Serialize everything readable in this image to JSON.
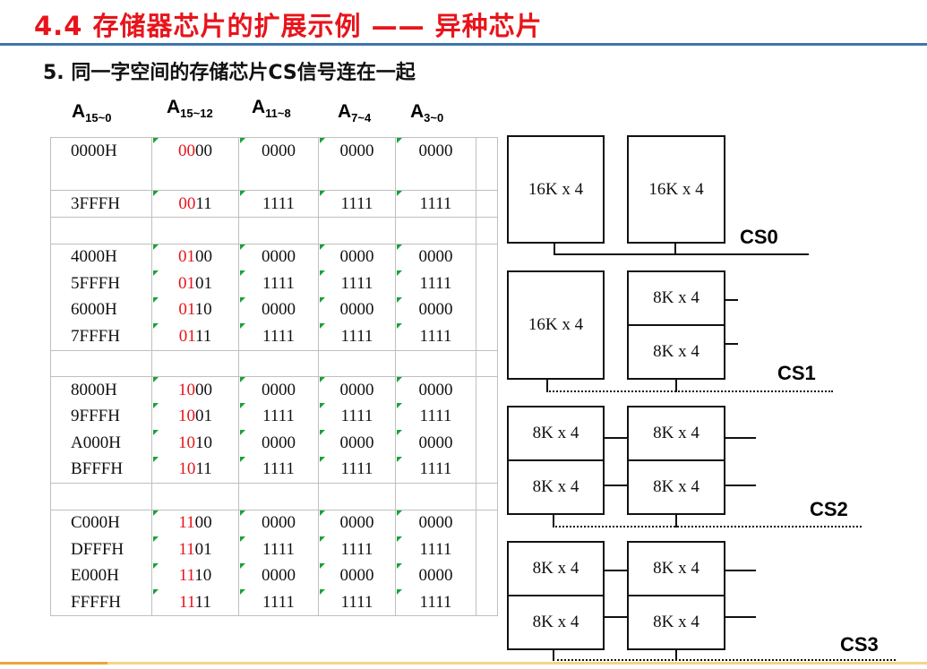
{
  "title": "4.4 存储器芯片的扩展示例 —— 异种芯片",
  "subtitle": "5. 同一字空间的存储芯片CS信号连在一起",
  "headers": [
    {
      "base": "A",
      "sub": "15~0"
    },
    {
      "base": "A",
      "sub": "15~12"
    },
    {
      "base": "A",
      "sub": "11~8"
    },
    {
      "base": "A",
      "sub": "7~4"
    },
    {
      "base": "A",
      "sub": "3~0"
    }
  ],
  "rows": [
    {
      "addr": "0000H",
      "hi": "00",
      "lo": "00",
      "b2": "0000",
      "b3": "0000",
      "b4": "0000",
      "sep": false
    },
    {
      "addr": "",
      "hi": "",
      "lo": "",
      "b2": "",
      "b3": "",
      "b4": "",
      "sep": true
    },
    {
      "addr": "3FFFH",
      "hi": "00",
      "lo": "11",
      "b2": "1111",
      "b3": "1111",
      "b4": "1111",
      "sep": true
    },
    {
      "addr": "",
      "hi": "",
      "lo": "",
      "b2": "",
      "b3": "",
      "b4": "",
      "sep": true
    },
    {
      "addr": "4000H",
      "hi": "01",
      "lo": "00",
      "b2": "0000",
      "b3": "0000",
      "b4": "0000",
      "sep": false
    },
    {
      "addr": "5FFFH",
      "hi": "01",
      "lo": "01",
      "b2": "1111",
      "b3": "1111",
      "b4": "1111",
      "sep": false
    },
    {
      "addr": "6000H",
      "hi": "01",
      "lo": "10",
      "b2": "0000",
      "b3": "0000",
      "b4": "0000",
      "sep": false
    },
    {
      "addr": "7FFFH",
      "hi": "01",
      "lo": "11",
      "b2": "1111",
      "b3": "1111",
      "b4": "1111",
      "sep": true
    },
    {
      "addr": "",
      "hi": "",
      "lo": "",
      "b2": "",
      "b3": "",
      "b4": "",
      "sep": true
    },
    {
      "addr": "8000H",
      "hi": "10",
      "lo": "00",
      "b2": "0000",
      "b3": "0000",
      "b4": "0000",
      "sep": false
    },
    {
      "addr": "9FFFH",
      "hi": "10",
      "lo": "01",
      "b2": "1111",
      "b3": "1111",
      "b4": "1111",
      "sep": false
    },
    {
      "addr": "A000H",
      "hi": "10",
      "lo": "10",
      "b2": "0000",
      "b3": "0000",
      "b4": "0000",
      "sep": false
    },
    {
      "addr": "BFFFH",
      "hi": "10",
      "lo": "11",
      "b2": "1111",
      "b3": "1111",
      "b4": "1111",
      "sep": true
    },
    {
      "addr": "",
      "hi": "",
      "lo": "",
      "b2": "",
      "b3": "",
      "b4": "",
      "sep": true
    },
    {
      "addr": "C000H",
      "hi": "11",
      "lo": "00",
      "b2": "0000",
      "b3": "0000",
      "b4": "0000",
      "sep": false
    },
    {
      "addr": "DFFFH",
      "hi": "11",
      "lo": "01",
      "b2": "1111",
      "b3": "1111",
      "b4": "1111",
      "sep": false
    },
    {
      "addr": "E000H",
      "hi": "11",
      "lo": "10",
      "b2": "0000",
      "b3": "0000",
      "b4": "0000",
      "sep": false
    },
    {
      "addr": "FFFFH",
      "hi": "11",
      "lo": "11",
      "b2": "1111",
      "b3": "1111",
      "b4": "1111",
      "sep": true
    }
  ],
  "chips": {
    "big": "16K x 4",
    "small": "8K x 4"
  },
  "cs_labels": [
    "CS0",
    "CS1",
    "CS2",
    "CS3"
  ],
  "colors": {
    "title": "#e8141b",
    "highlight": "#e8141b",
    "rule": "#3f76ab",
    "marker": "#19a13a"
  }
}
